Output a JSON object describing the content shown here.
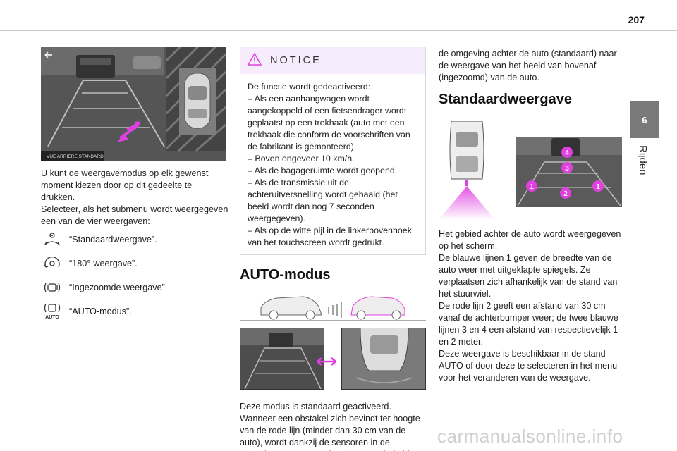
{
  "header": {
    "page_number": "207"
  },
  "chapter": {
    "number": "6",
    "title": "Rijden"
  },
  "figure1": {
    "caption": "VUE ARRIERE STANDARD"
  },
  "col1": {
    "intro": "U kunt de weergavemodus op elk gewenst moment kiezen door op dit gedeelte te drukken.",
    "submenu": "Selecteer, als het submenu wordt weergegeven een van de vier weergaven:",
    "options": [
      {
        "icon": "standard-view-icon",
        "label": "“Standaardweergave”."
      },
      {
        "icon": "180-view-icon",
        "label": "“180°-weergave”."
      },
      {
        "icon": "zoom-view-icon",
        "label": "“Ingezoomde weergave”."
      },
      {
        "icon": "auto-mode-icon",
        "label": "“AUTO-modus”.",
        "icon_text": "AUTO"
      }
    ]
  },
  "notice": {
    "title": "NOTICE",
    "intro": "De functie wordt gedeactiveerd:",
    "items": [
      "– Als een aanhangwagen wordt aangekoppeld of een fietsendrager wordt geplaatst op een trekhaak (auto met een trekhaak die conform de voorschriften van de fabrikant is gemonteerd).",
      "– Boven ongeveer 10 km/h.",
      "– Als de bagageruimte wordt geopend.",
      "– Als de transmissie uit de achteruitversnelling wordt gehaald (het beeld wordt dan nog 7 seconden weergegeven).",
      "– Als op de witte pijl in de linkerbovenhoek van het touchscreen wordt gedrukt."
    ]
  },
  "auto_mode": {
    "heading": "AUTO-modus",
    "text": "Deze modus is standaard geactiveerd. Wanneer een obstakel zich bevindt ter hoogte van de rode lijn (minder dan 30 cm van de auto), wordt dankzij de sensoren in de achterbumper automatisch overgeschakeld van de weergave van"
  },
  "col3": {
    "intro": "de omgeving achter de auto (standaard) naar de weergave van het beeld van bovenaf (ingezoomd) van de auto.",
    "heading": "Standaardweergave",
    "markers": [
      "4",
      "3",
      "1",
      "2",
      "1"
    ],
    "paragraph": [
      "Het gebied achter de auto wordt weergegeven op het scherm.",
      "De blauwe lijnen 1 geven de breedte van de auto weer met uitgeklapte spiegels. Ze verplaatsen zich afhankelijk van de stand van het stuurwiel.",
      "De rode lijn 2 geeft een afstand van 30 cm vanaf de achterbumper weer; de twee blauwe lijnen 3 en 4 een afstand van respectievelijk 1 en 2 meter.",
      "Deze weergave is beschikbaar in de stand AUTO of door deze te selecteren in het menu voor het veranderen van de weergave."
    ]
  },
  "colors": {
    "accent": "#e040e0",
    "marker_blue": "#5b6fd6",
    "notice_bg": "#f6ecfb"
  },
  "watermark": "carmanualsonline.info"
}
